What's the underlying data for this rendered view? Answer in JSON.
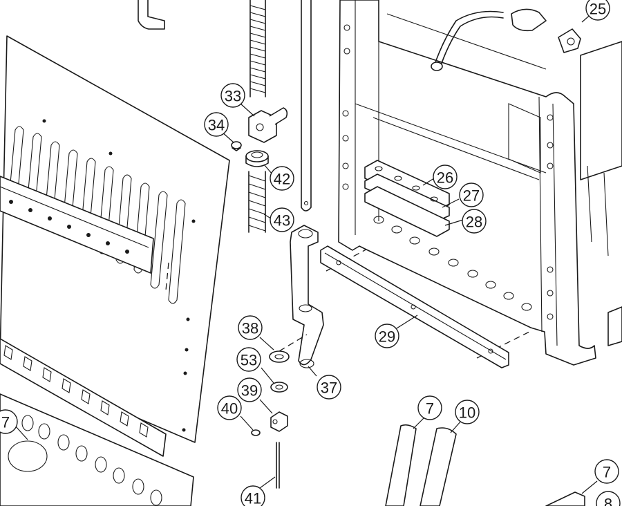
{
  "highlight_color": "#f7e21b",
  "callouts": [
    {
      "id": "c25",
      "label": "25",
      "highlight": false
    },
    {
      "id": "c26",
      "label": "26",
      "highlight": false
    },
    {
      "id": "c27",
      "label": "27",
      "highlight": false
    },
    {
      "id": "c28",
      "label": "28",
      "highlight": false
    },
    {
      "id": "c29",
      "label": "29",
      "highlight": false
    },
    {
      "id": "c33",
      "label": "33",
      "highlight": false
    },
    {
      "id": "c34",
      "label": "34",
      "highlight": true
    },
    {
      "id": "c42",
      "label": "42",
      "highlight": false
    },
    {
      "id": "c43",
      "label": "43",
      "highlight": false
    },
    {
      "id": "c38",
      "label": "38",
      "highlight": false
    },
    {
      "id": "c53",
      "label": "53",
      "highlight": false
    },
    {
      "id": "c39",
      "label": "39",
      "highlight": false
    },
    {
      "id": "c37",
      "label": "37",
      "highlight": false
    },
    {
      "id": "c40",
      "label": "40",
      "highlight": false
    },
    {
      "id": "c41",
      "label": "41",
      "highlight": false
    },
    {
      "id": "c7a",
      "label": "7",
      "highlight": false
    },
    {
      "id": "c7b",
      "label": "7",
      "highlight": false
    },
    {
      "id": "c10",
      "label": "10",
      "highlight": false
    },
    {
      "id": "c7c",
      "label": "7",
      "highlight": false
    },
    {
      "id": "c8",
      "label": "8",
      "highlight": false
    }
  ]
}
